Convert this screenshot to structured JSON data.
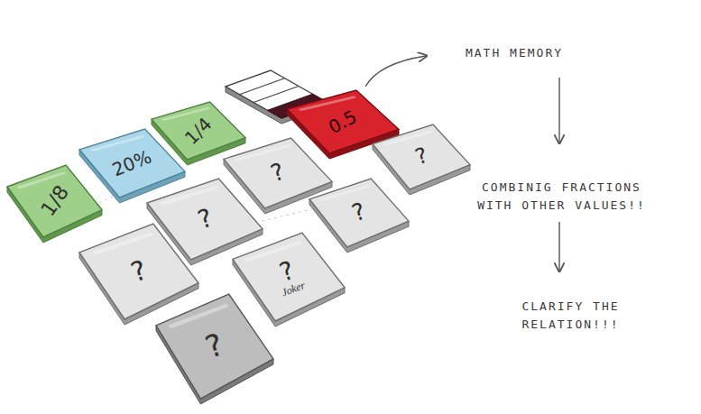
{
  "diagram": {
    "nodes": [
      {
        "text": [
          "1/8"
        ]
      },
      {
        "text": [
          "20%"
        ]
      },
      {
        "text": [
          "1/4"
        ]
      },
      {
        "text": [
          "0.5"
        ]
      },
      {
        "text": [
          "?"
        ]
      },
      {
        "text": [
          "?"
        ]
      },
      {
        "text": [
          "?"
        ]
      },
      {
        "text": [
          "?"
        ]
      },
      {
        "text": [
          "?"
        ]
      },
      {
        "text": [
          "?",
          "Joker"
        ]
      },
      {
        "text": [
          "?"
        ]
      }
    ],
    "labels": [
      "MATH MEMORY",
      "COMBINIG FRACTIONS WITH OTHER VALUES!!",
      "CLARIFY THE RELATION!!!"
    ]
  }
}
